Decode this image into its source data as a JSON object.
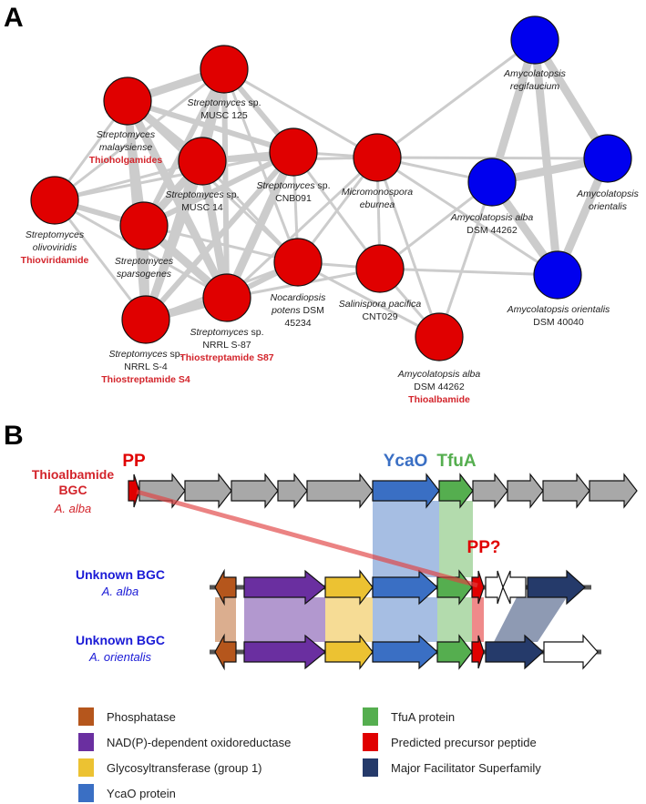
{
  "panel_a": {
    "letter": "A",
    "node_colors": {
      "red": "#e00000",
      "blue": "#0000ee"
    },
    "edge_color": "#cccccc",
    "nodes": [
      {
        "id": "musc125",
        "color": "red",
        "lines": [
          {
            "t": "Streptomyces sp.",
            "style": "mixed"
          },
          {
            "t": "MUSC 125",
            "style": "plain"
          }
        ]
      },
      {
        "id": "malaysiense",
        "color": "red",
        "lines": [
          {
            "t": "Streptomyces",
            "style": "italic"
          },
          {
            "t": "malaysiense",
            "style": "italic"
          },
          {
            "t": "Thioholgamides",
            "style": "red"
          }
        ]
      },
      {
        "id": "musc14",
        "color": "red",
        "lines": [
          {
            "t": "Streptomyces sp.",
            "style": "mixed"
          },
          {
            "t": "MUSC 14",
            "style": "plain"
          }
        ]
      },
      {
        "id": "cnb091",
        "color": "red",
        "lines": [
          {
            "t": "Streptomyces sp.",
            "style": "mixed"
          },
          {
            "t": "CNB091",
            "style": "plain"
          }
        ]
      },
      {
        "id": "olivoviridis",
        "color": "red",
        "lines": [
          {
            "t": "Streptomyces",
            "style": "italic"
          },
          {
            "t": "olivoviridis",
            "style": "italic"
          },
          {
            "t": "Thioviridamide",
            "style": "red"
          }
        ]
      },
      {
        "id": "sparsogenes",
        "color": "red",
        "lines": [
          {
            "t": "Streptomyces",
            "style": "italic"
          },
          {
            "t": "sparsogenes",
            "style": "italic"
          }
        ]
      },
      {
        "id": "nrrls4",
        "color": "red",
        "lines": [
          {
            "t": "Streptomyces sp.",
            "style": "mixed"
          },
          {
            "t": "NRRL S-4",
            "style": "plain"
          },
          {
            "t": "Thiostreptamide S4",
            "style": "red"
          }
        ]
      },
      {
        "id": "nrrls87",
        "color": "red",
        "lines": [
          {
            "t": "Streptomyces sp.",
            "style": "mixed"
          },
          {
            "t": "NRRL S-87",
            "style": "plain"
          },
          {
            "t": "Thiostreptamide S87",
            "style": "red"
          }
        ]
      },
      {
        "id": "nocardiopsis",
        "color": "red",
        "lines": [
          {
            "t": "Nocardiopsis",
            "style": "italic"
          },
          {
            "t": "potens DSM",
            "style": "mixed2"
          },
          {
            "t": "45234",
            "style": "plain"
          }
        ]
      },
      {
        "id": "micromonospora",
        "color": "red",
        "lines": [
          {
            "t": "Micromonospora",
            "style": "italic"
          },
          {
            "t": "eburnea",
            "style": "italic"
          }
        ]
      },
      {
        "id": "salinispora",
        "color": "red",
        "lines": [
          {
            "t": "Salinispora pacifica",
            "style": "italic"
          },
          {
            "t": "CNT029",
            "style": "plain"
          }
        ]
      },
      {
        "id": "alba_red",
        "color": "red",
        "lines": [
          {
            "t": "Amycolatopsis alba",
            "style": "italic"
          },
          {
            "t": "DSM 44262",
            "style": "plain"
          },
          {
            "t": "Thioalbamide",
            "style": "red"
          }
        ]
      },
      {
        "id": "regifaucium",
        "color": "blue",
        "lines": [
          {
            "t": "Amycolatopsis",
            "style": "italic"
          },
          {
            "t": "regifaucium",
            "style": "italic"
          }
        ]
      },
      {
        "id": "alba_blue",
        "color": "blue",
        "lines": [
          {
            "t": "Amycolatopsis alba",
            "style": "italic"
          },
          {
            "t": "DSM 44262",
            "style": "plain"
          }
        ]
      },
      {
        "id": "orientalis",
        "color": "blue",
        "lines": [
          {
            "t": "Amycolatopsis",
            "style": "italic"
          },
          {
            "t": "orientalis",
            "style": "italic"
          }
        ]
      },
      {
        "id": "orientalis_dsm",
        "color": "blue",
        "lines": [
          {
            "t": "Amycolatopsis orientalis",
            "style": "italic"
          },
          {
            "t": "DSM 40040",
            "style": "plain"
          }
        ]
      }
    ],
    "edges": [
      [
        "musc125",
        "malaysiense",
        3
      ],
      [
        "musc125",
        "musc14",
        3
      ],
      [
        "musc125",
        "cnb091",
        2
      ],
      [
        "musc125",
        "sparsogenes",
        2
      ],
      [
        "musc125",
        "nrrls4",
        2
      ],
      [
        "musc125",
        "nrrls87",
        2
      ],
      [
        "musc125",
        "olivoviridis",
        1
      ],
      [
        "musc125",
        "micromonospora",
        1
      ],
      [
        "musc125",
        "nocardiopsis",
        1
      ],
      [
        "malaysiense",
        "musc14",
        3
      ],
      [
        "malaysiense",
        "cnb091",
        2
      ],
      [
        "malaysiense",
        "sparsogenes",
        2
      ],
      [
        "malaysiense",
        "nrrls4",
        3
      ],
      [
        "malaysiense",
        "nrrls87",
        3
      ],
      [
        "malaysiense",
        "olivoviridis",
        1
      ],
      [
        "malaysiense",
        "nocardiopsis",
        1
      ],
      [
        "musc14",
        "cnb091",
        2
      ],
      [
        "musc14",
        "sparsogenes",
        3
      ],
      [
        "musc14",
        "nrrls4",
        3
      ],
      [
        "musc14",
        "nrrls87",
        3
      ],
      [
        "musc14",
        "olivoviridis",
        1
      ],
      [
        "musc14",
        "nocardiopsis",
        1
      ],
      [
        "musc14",
        "micromonospora",
        1
      ],
      [
        "cnb091",
        "sparsogenes",
        2
      ],
      [
        "cnb091",
        "nrrls4",
        2
      ],
      [
        "cnb091",
        "nrrls87",
        3
      ],
      [
        "cnb091",
        "olivoviridis",
        1
      ],
      [
        "cnb091",
        "nocardiopsis",
        1
      ],
      [
        "cnb091",
        "micromonospora",
        1
      ],
      [
        "cnb091",
        "salinispora",
        1
      ],
      [
        "olivoviridis",
        "sparsogenes",
        2
      ],
      [
        "olivoviridis",
        "nrrls4",
        1
      ],
      [
        "olivoviridis",
        "nrrls87",
        1
      ],
      [
        "sparsogenes",
        "nrrls4",
        3
      ],
      [
        "sparsogenes",
        "nrrls87",
        3
      ],
      [
        "sparsogenes",
        "nocardiopsis",
        1
      ],
      [
        "nrrls4",
        "nrrls87",
        3
      ],
      [
        "nrrls4",
        "nocardiopsis",
        1
      ],
      [
        "nrrls87",
        "nocardiopsis",
        2
      ],
      [
        "nrrls87",
        "micromonospora",
        1
      ],
      [
        "nrrls87",
        "salinispora",
        1
      ],
      [
        "nocardiopsis",
        "salinispora",
        1
      ],
      [
        "nocardiopsis",
        "micromonospora",
        1
      ],
      [
        "nocardiopsis",
        "alba_red",
        1
      ],
      [
        "micromonospora",
        "salinispora",
        1
      ],
      [
        "micromonospora",
        "alba_red",
        1
      ],
      [
        "micromonospora",
        "alba_blue",
        1
      ],
      [
        "micromonospora",
        "orientalis",
        1
      ],
      [
        "micromonospora",
        "regifaucium",
        1
      ],
      [
        "micromonospora",
        "orientalis_dsm",
        1
      ],
      [
        "salinispora",
        "alba_red",
        1
      ],
      [
        "salinispora",
        "alba_blue",
        1
      ],
      [
        "salinispora",
        "orientalis_dsm",
        1
      ],
      [
        "alba_red",
        "alba_blue",
        1
      ],
      [
        "regifaucium",
        "alba_blue",
        3
      ],
      [
        "regifaucium",
        "orientalis",
        3
      ],
      [
        "regifaucium",
        "orientalis_dsm",
        3
      ],
      [
        "alba_blue",
        "orientalis",
        3
      ],
      [
        "alba_blue",
        "orientalis_dsm",
        3
      ],
      [
        "orientalis",
        "orientalis_dsm",
        3
      ],
      [
        "alba_blue",
        "orientalis",
        1
      ]
    ]
  },
  "panel_b": {
    "letter": "B",
    "colors": {
      "phosphatase": "#b5561c",
      "oxidoreductase": "#6a2fa0",
      "glycosyltransferase": "#ecc232",
      "ycao": "#3a6fc4",
      "tfua": "#55ae4f",
      "precursor": "#e00000",
      "mfs": "#253a6a",
      "other": "#a8a8a8",
      "unknown": "#ffffff"
    },
    "annotations": {
      "pp": "PP",
      "ycao": "YcaO",
      "tfua": "TfuA",
      "pp_q": "PP?"
    },
    "clusters": [
      {
        "name": "Thioalbamide",
        "name2": "BGC",
        "organism": "A. alba",
        "color": "#d3242b"
      },
      {
        "name": "Unknown BGC",
        "name2": "",
        "organism": "A. alba",
        "color": "#1a1ad6"
      },
      {
        "name": "Unknown BGC",
        "name2": "",
        "organism": "A. orientalis",
        "color": "#1a1ad6"
      }
    ]
  },
  "legend": [
    {
      "label": "Phosphatase",
      "color": "#b5561c"
    },
    {
      "label": "NAD(P)-dependent oxidoreductase",
      "color": "#6a2fa0"
    },
    {
      "label": "Glycosyltransferase (group 1)",
      "color": "#ecc232"
    },
    {
      "label": "YcaO protein",
      "color": "#3a6fc4"
    },
    {
      "label": "TfuA protein",
      "color": "#55ae4f"
    },
    {
      "label": "Predicted precursor peptide",
      "color": "#e00000"
    },
    {
      "label": "Major Facilitator Superfamily",
      "color": "#253a6a"
    }
  ]
}
